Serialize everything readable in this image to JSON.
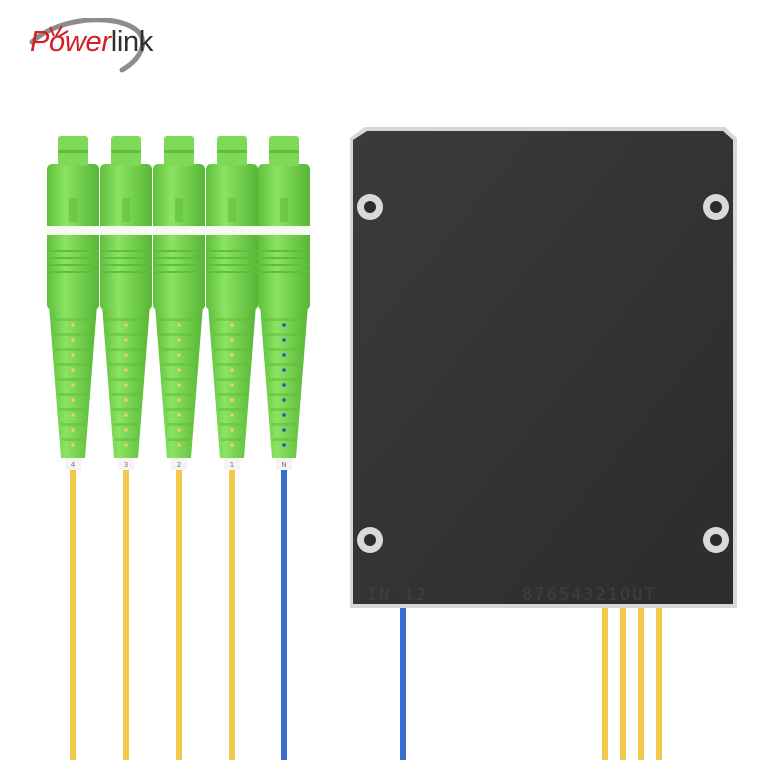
{
  "brand": {
    "word_red": "Power",
    "word_dark": "link",
    "red_color": "#d21e26",
    "dark_color": "#2f2f2f",
    "swoosh_color": "#8c8c8c"
  },
  "splitter_box": {
    "input_label": "IN 12",
    "output_label": "87654321OUT",
    "body_color": "#333333"
  },
  "connectors": [
    {
      "number": "4",
      "fiber_color": "#f2c84b"
    },
    {
      "number": "3",
      "fiber_color": "#f2c84b"
    },
    {
      "number": "2",
      "fiber_color": "#f2c84b"
    },
    {
      "number": "1",
      "fiber_color": "#f2c84b"
    },
    {
      "number": "N",
      "fiber_color": "#3a6fd0"
    }
  ],
  "colors": {
    "connector_green": "#7ed957",
    "connector_green_dark": "#5fbf3c",
    "fiber_yellow": "#f2c84b",
    "fiber_blue": "#3a6fd0"
  }
}
